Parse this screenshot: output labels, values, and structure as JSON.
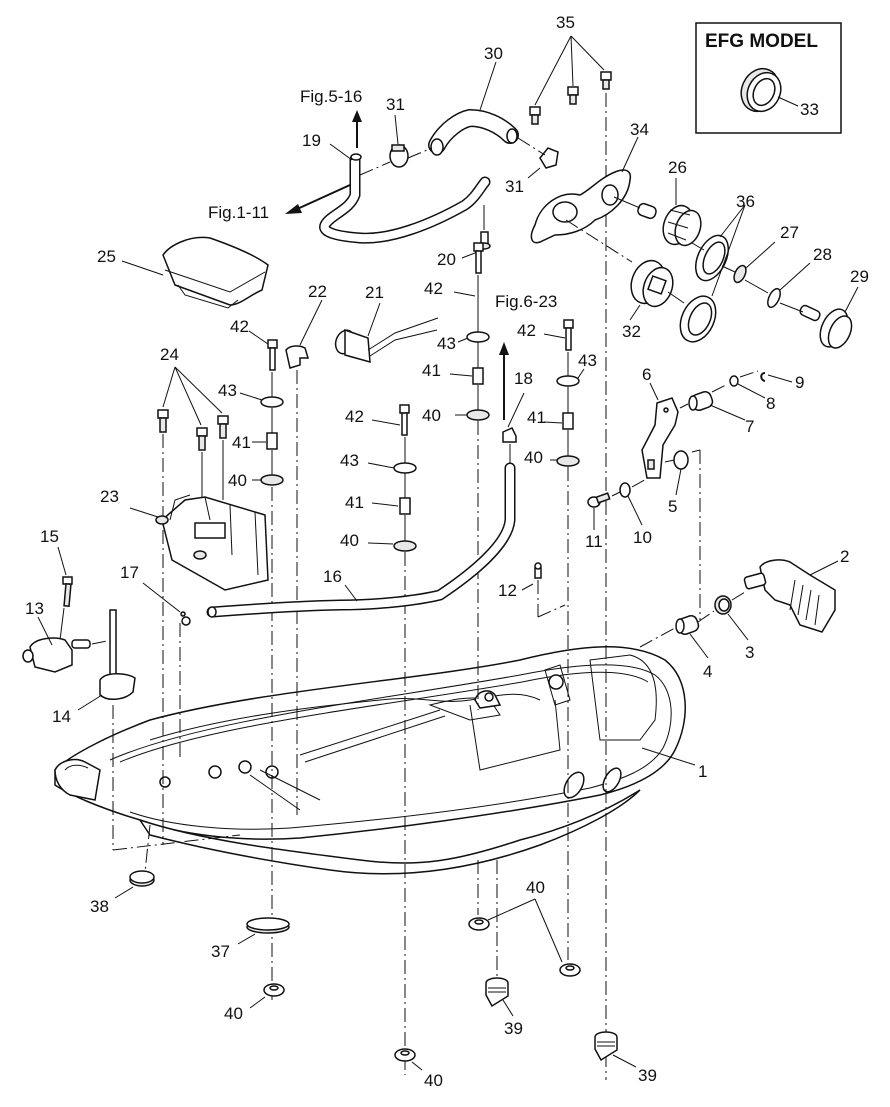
{
  "diagram": {
    "inset": {
      "title": "EFG MODEL",
      "part_label": "33"
    },
    "references": {
      "fig_5_16": "Fig.5-16",
      "fig_1_11": "Fig.1-11",
      "fig_6_23": "Fig.6-23"
    },
    "callouts": {
      "c1": "1",
      "c2": "2",
      "c3": "3",
      "c4": "4",
      "c5": "5",
      "c6": "6",
      "c7": "7",
      "c8": "8",
      "c9": "9",
      "c10": "10",
      "c11": "11",
      "c12": "12",
      "c13": "13",
      "c14": "14",
      "c15": "15",
      "c16": "16",
      "c17": "17",
      "c18": "18",
      "c19": "19",
      "c20": "20",
      "c21": "21",
      "c22": "22",
      "c23": "23",
      "c24": "24",
      "c25": "25",
      "c26": "26",
      "c27": "27",
      "c28": "28",
      "c29": "29",
      "c30": "30",
      "c31a": "31",
      "c31b": "31",
      "c32": "32",
      "c34": "34",
      "c35": "35",
      "c36": "36",
      "c37": "37",
      "c38": "38",
      "c39a": "39",
      "c39b": "39",
      "c40a": "40",
      "c40b": "40",
      "c40c": "40",
      "c40d": "40",
      "c40e": "40",
      "c40f": "40",
      "c40g": "40",
      "c41a": "41",
      "c41b": "41",
      "c41c": "41",
      "c42a": "42",
      "c42b": "42",
      "c42c": "42",
      "c42d": "42",
      "c43a": "43",
      "c43b": "43",
      "c43c": "43",
      "c43d": "43"
    }
  }
}
